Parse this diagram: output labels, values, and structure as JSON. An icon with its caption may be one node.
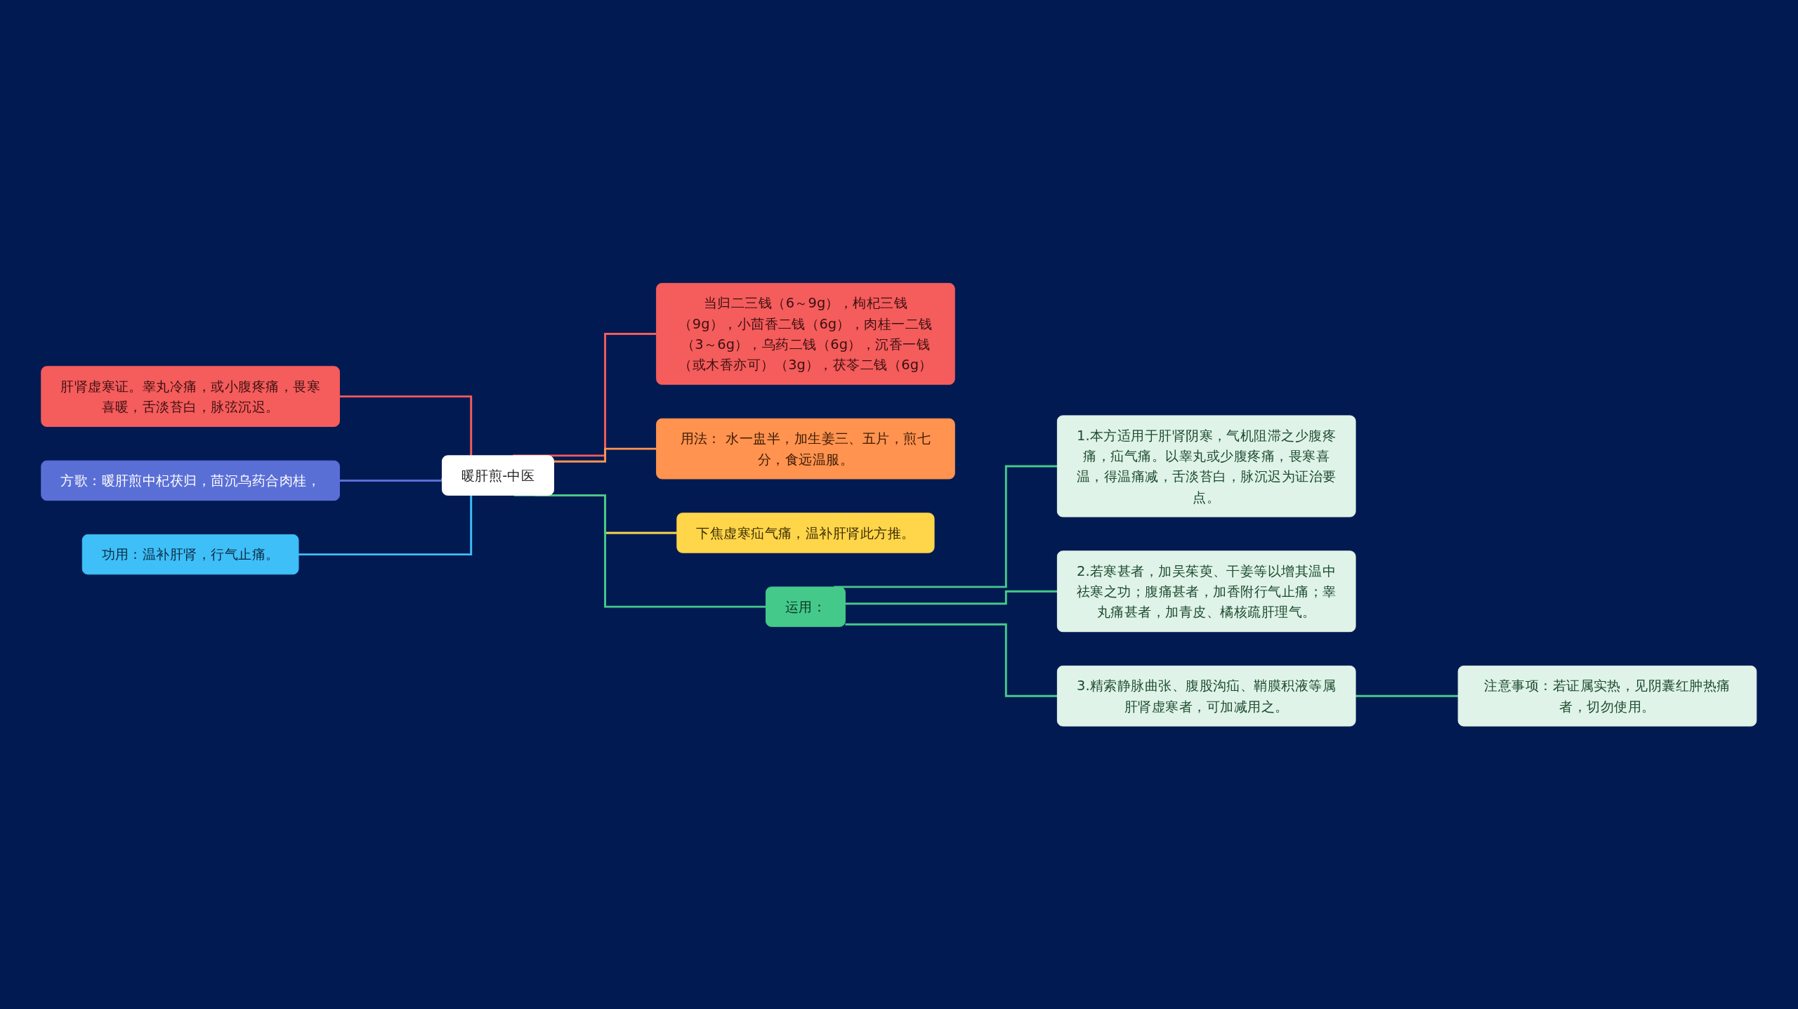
{
  "diagram": {
    "nodes": [
      {
        "text": [
          "暖肝煎-中医"
        ]
      },
      {
        "text": [
          "肝肾虚寒证。睾丸冷痛，或小腹疼痛，畏寒喜暖，舌淡苔白，脉弦沉迟。"
        ]
      },
      {
        "text": [
          "方歌：暖肝煎中杞茯归，茴沉乌药合肉桂，"
        ]
      },
      {
        "text": [
          "功用：温补肝肾，行气止痛。"
        ]
      },
      {
        "text": [
          "当归二三钱（6～9g），枸杞三钱（9g），小茴香二钱（6g），肉桂一二钱（3～6g），乌药二钱（6g），沉香一钱（或木香亦可）（3g），茯苓二钱（6g）"
        ]
      },
      {
        "text": [
          "用法： 水一盅半，加生姜三、五片，煎七分，食远温服。"
        ]
      },
      {
        "text": [
          "下焦虚寒疝气痛，温补肝肾此方推。"
        ]
      },
      {
        "text": [
          "运用："
        ]
      },
      {
        "text": [
          "1.本方适用于肝肾阴寒，气机阻滞之少腹疼痛，疝气痛。以睾丸或少腹疼痛，畏寒喜温，得温痛减，舌淡苔白，脉沉迟为证治要点。"
        ]
      },
      {
        "text": [
          "2.若寒甚者，加吴茱萸、干姜等以增其温中祛寒之功；腹痛甚者，加香附行气止痛；睾丸痛甚者，加青皮、橘核疏肝理气。"
        ]
      },
      {
        "text": [
          "3.精索静脉曲张、腹股沟疝、鞘膜积液等属肝肾虚寒者，可加减用之。"
        ]
      },
      {
        "text": [
          "注意事项：若证属实热，见阴囊红肿热痛者，切勿使用。"
        ]
      }
    ],
    "edges": [
      {
        "from": 1,
        "to": 0,
        "arrow": "none",
        "color": "#f55c5c"
      },
      {
        "from": 2,
        "to": 0,
        "arrow": "none",
        "color": "#5a6fd6"
      },
      {
        "from": 3,
        "to": 0,
        "arrow": "none",
        "color": "#3fbff7"
      },
      {
        "from": 0,
        "to": 4,
        "arrow": "none",
        "color": "#f55c5c"
      },
      {
        "from": 0,
        "to": 5,
        "arrow": "none",
        "color": "#ff934f"
      },
      {
        "from": 0,
        "to": 6,
        "arrow": "none",
        "color": "#ffd54a"
      },
      {
        "from": 0,
        "to": 7,
        "arrow": "none"
      },
      {
        "from": 7,
        "to": 8,
        "arrow": "none"
      },
      {
        "from": 7,
        "to": 9,
        "arrow": "none"
      },
      {
        "from": 7,
        "to": 10,
        "arrow": "none"
      },
      {
        "from": 10,
        "to": 11,
        "arrow": "none"
      }
    ]
  }
}
